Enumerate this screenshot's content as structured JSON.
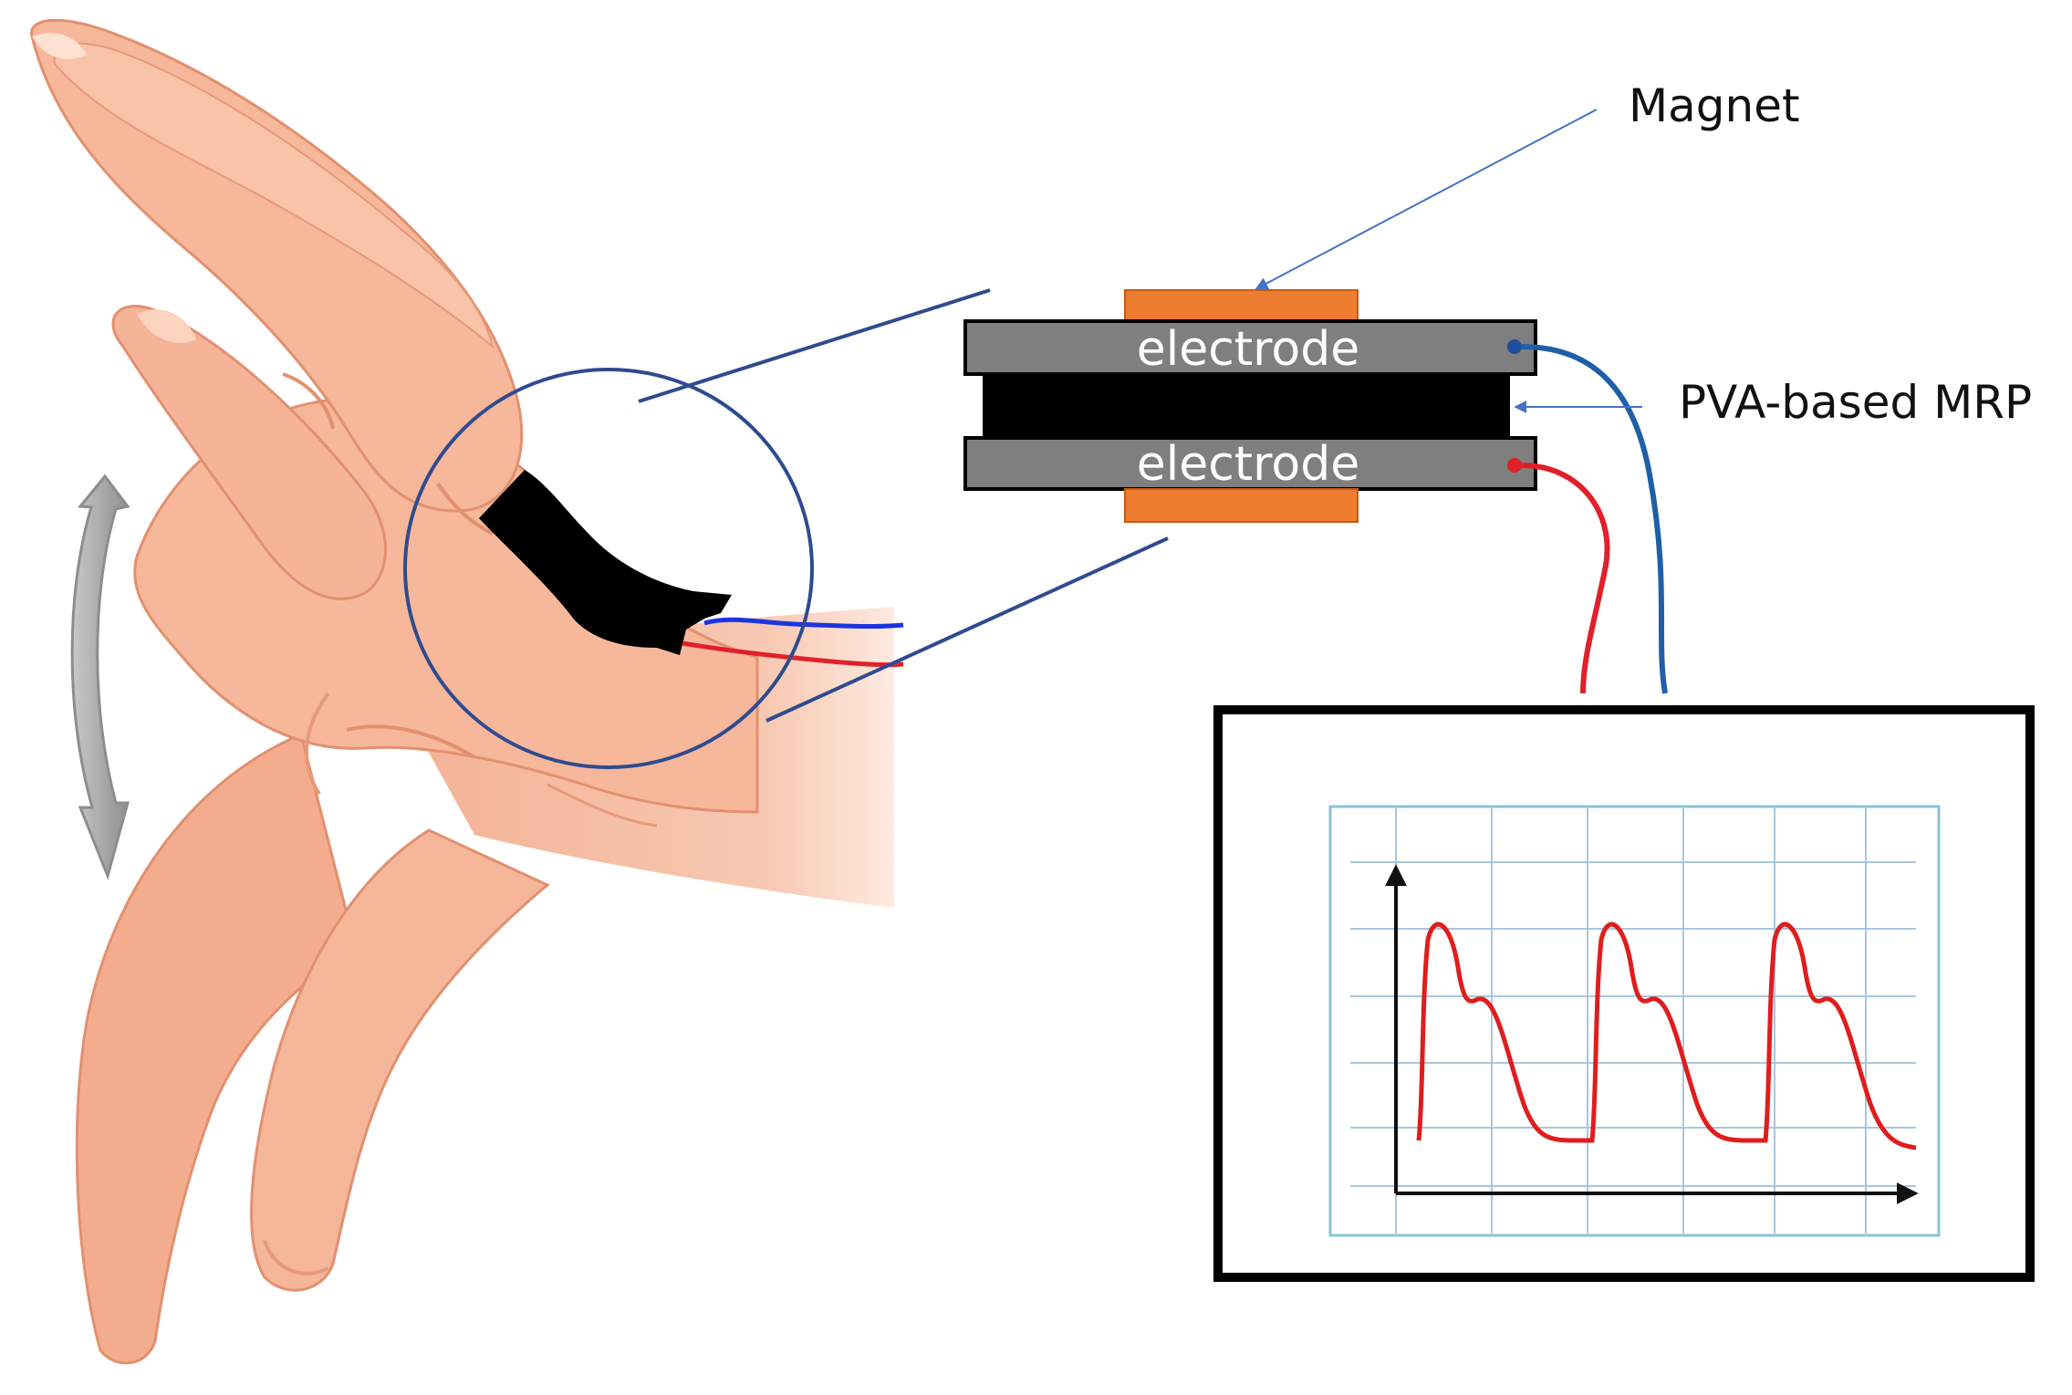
{
  "labels": {
    "magnet": "Magnet",
    "mrp": "PVA-based MRP",
    "electrode_top": "electrode",
    "electrode_bottom": "electrode"
  },
  "colors": {
    "skin": "#f6b79a",
    "skin_shadow": "#e2906f",
    "skin_light": "#fbd3bf",
    "magnet": "#ed7d31",
    "electrode": "#7f7f7f",
    "mrp": "#000000",
    "zoom_line": "#2f4b8f",
    "annotation_arrow": "#4472c4",
    "wire_blue": "#1f5fa8",
    "wire_red": "#e0202a",
    "signal": "#e01d1d",
    "grid": "#a9c6dd",
    "monitor_frame": "#000000",
    "motion_arrow": "#a6a6a6"
  },
  "icons": {
    "motion": "double-headed-curved-arrow-icon",
    "hand": "hand-illustration"
  }
}
